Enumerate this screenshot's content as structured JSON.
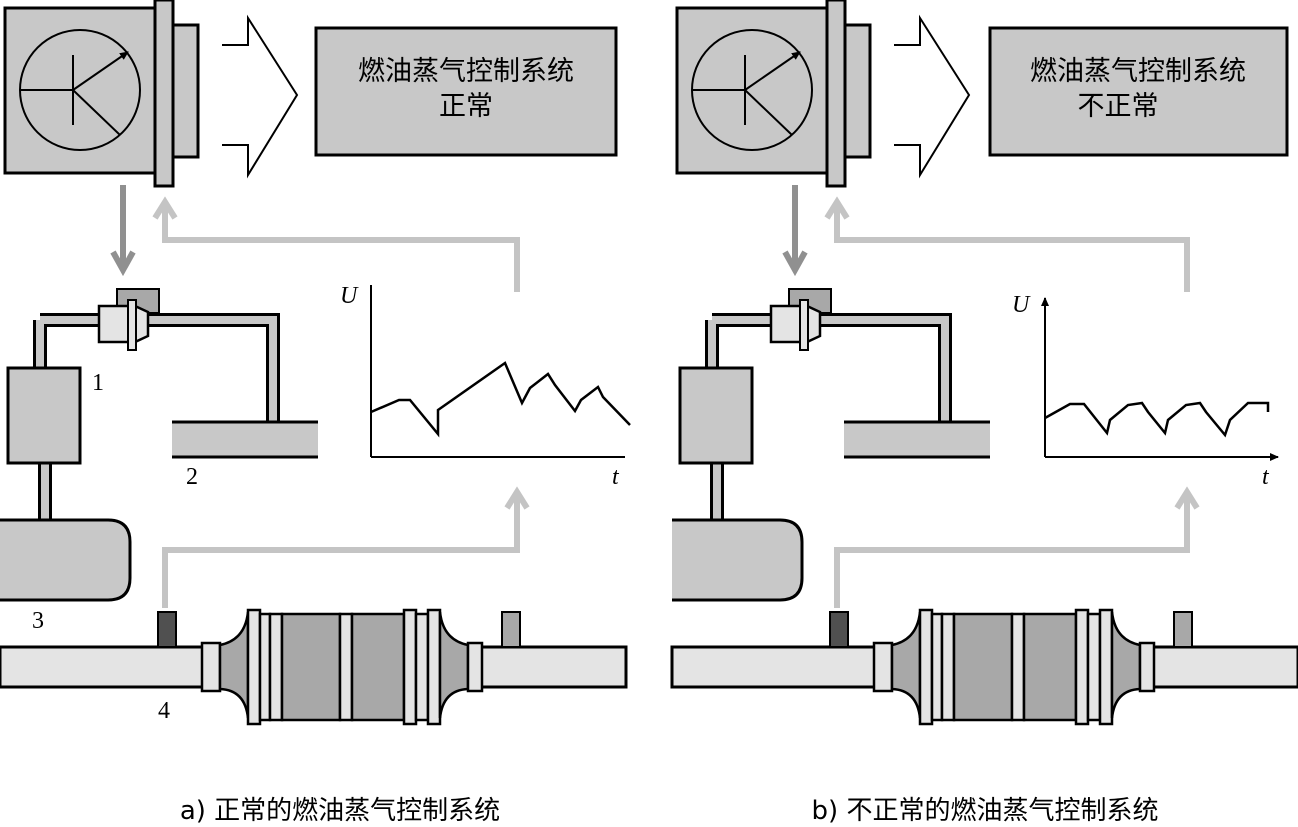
{
  "panels": [
    {
      "status_line1": "燃油蒸气控制系统",
      "status_line2": "正常",
      "axis_y": "U",
      "axis_x": "t",
      "caption": "a) 正常的燃油蒸气控制系统",
      "labels": {
        "n1": "1",
        "n2": "2",
        "n3": "3",
        "n4": "4"
      },
      "signal": "sawtooth-increasing"
    },
    {
      "status_line1": "燃油蒸气控制系统",
      "status_line2": "不正常",
      "axis_y": "U",
      "axis_x": "t",
      "caption": "b) 不正常的燃油蒸气控制系统",
      "signal": "sawtooth-flat"
    }
  ],
  "colors": {
    "component_fill": "#c8c8c8",
    "pipe_fill": "#e4e4e4",
    "signal_arrow_dark": "#909090",
    "signal_arrow_light": "#c4c4c4",
    "sensor_dark": "#505050",
    "stroke": "#000000"
  }
}
